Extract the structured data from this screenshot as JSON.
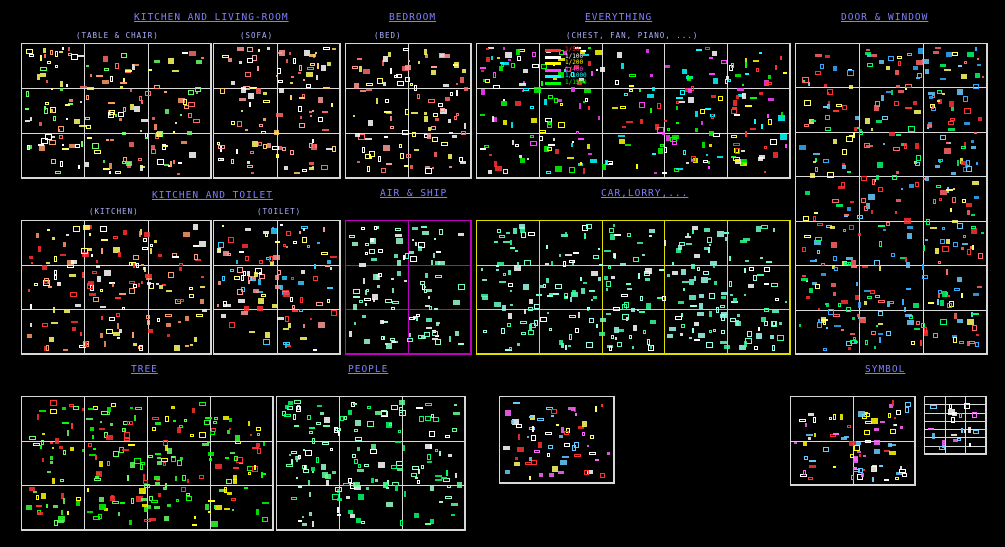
{
  "colors": {
    "background": "#000000",
    "title": "#7f7fff",
    "grid": "#d8d8d8",
    "highlight_yellow": "#e0e000",
    "highlight_magenta": "#c000c0"
  },
  "sections": {
    "kitchen_living": {
      "title": "KITCHEN AND LIVING-ROOM",
      "sub_table": "(TABLE & CHAIR)",
      "sub_sofa": "(SOFA)"
    },
    "bedroom": {
      "title": "BEDROOM",
      "sub": "(BED)"
    },
    "everything": {
      "title": "EVERYTHING",
      "sub": "(CHEST, FAN, PIANO, ...)"
    },
    "door_window": {
      "title": "DOOR & WINDOW"
    },
    "kitchen_toilet": {
      "title": "KITCHEN AND TOILET",
      "sub_kitchen": "(KITCHEN)",
      "sub_toilet": "(TOILET)"
    },
    "air_ship": {
      "title": "AIR & SHIP"
    },
    "car_lorry": {
      "title": "CAR,LORRY,..."
    },
    "tree": {
      "title": "TREE"
    },
    "people": {
      "title": "PEOPLE"
    },
    "symbol": {
      "title": "SYMBOL"
    }
  },
  "scale_legend": [
    {
      "label": "1/50",
      "color": "#ff3030"
    },
    {
      "label": "1/100",
      "color": "#ffffff"
    },
    {
      "label": "1/200",
      "color": "#ffff00"
    },
    {
      "label": "1/400",
      "color": "#ff40ff"
    },
    {
      "label": "1/1000",
      "color": "#00ffff"
    },
    {
      "label": "1/1500",
      "color": "#00ff00"
    }
  ]
}
